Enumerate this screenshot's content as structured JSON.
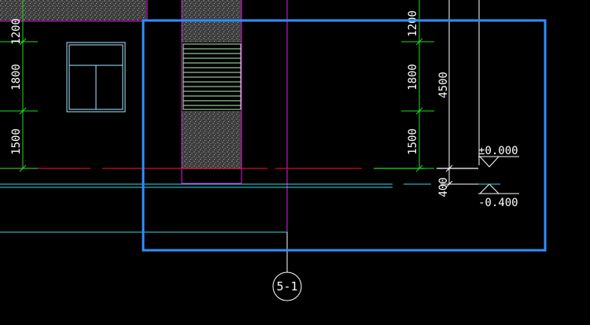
{
  "drawing": {
    "left_dimensions": [
      "1200",
      "1800",
      "1500"
    ],
    "right_dimensions": [
      "1200",
      "1800",
      "1500"
    ],
    "overall_dimension": "4500",
    "base_dimension": "400",
    "levels": {
      "upper": "±0.000",
      "lower": "-0.400"
    },
    "axis_label": "5-1"
  },
  "colors": {
    "background": "#000000",
    "selection": "#2f8fff",
    "green": "#22dd22",
    "magenta": "#e020e0",
    "red": "#cc1122",
    "cyan": "#3ad8e8",
    "white": "#ffffff",
    "hatch": "#9a9a9a"
  }
}
